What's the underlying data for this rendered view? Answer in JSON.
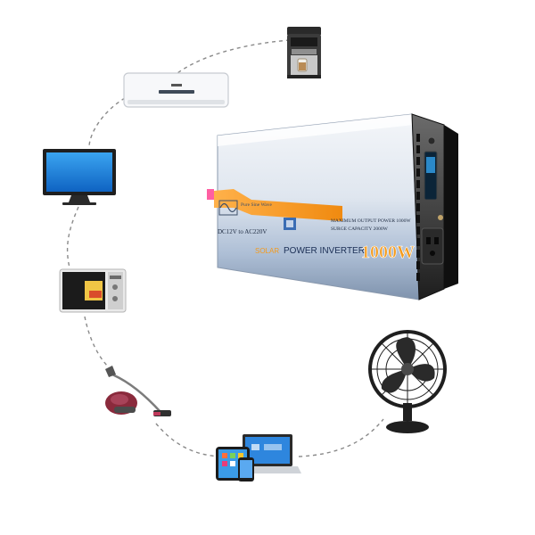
{
  "inverter": {
    "wave_label": "Pure Sine Wave",
    "voltage_label": "DC12V to AC220V",
    "brand_label": "SOLAR",
    "product_label": "POWER INVERTER",
    "spec_line_1": "MAXIMUM OUTPUT POWER 1000W",
    "spec_line_2": "SURGE CAPACITY 2000W",
    "power_rating": "1000W",
    "accent_color": "#f39a1c",
    "body_color": "#a9bcd6"
  },
  "appliances": [
    {
      "name": "coffee-machine"
    },
    {
      "name": "air-conditioner"
    },
    {
      "name": "monitor"
    },
    {
      "name": "microwave"
    },
    {
      "name": "vacuum-cleaner"
    },
    {
      "name": "laptop-tablet-phone"
    },
    {
      "name": "desk-fan"
    }
  ]
}
